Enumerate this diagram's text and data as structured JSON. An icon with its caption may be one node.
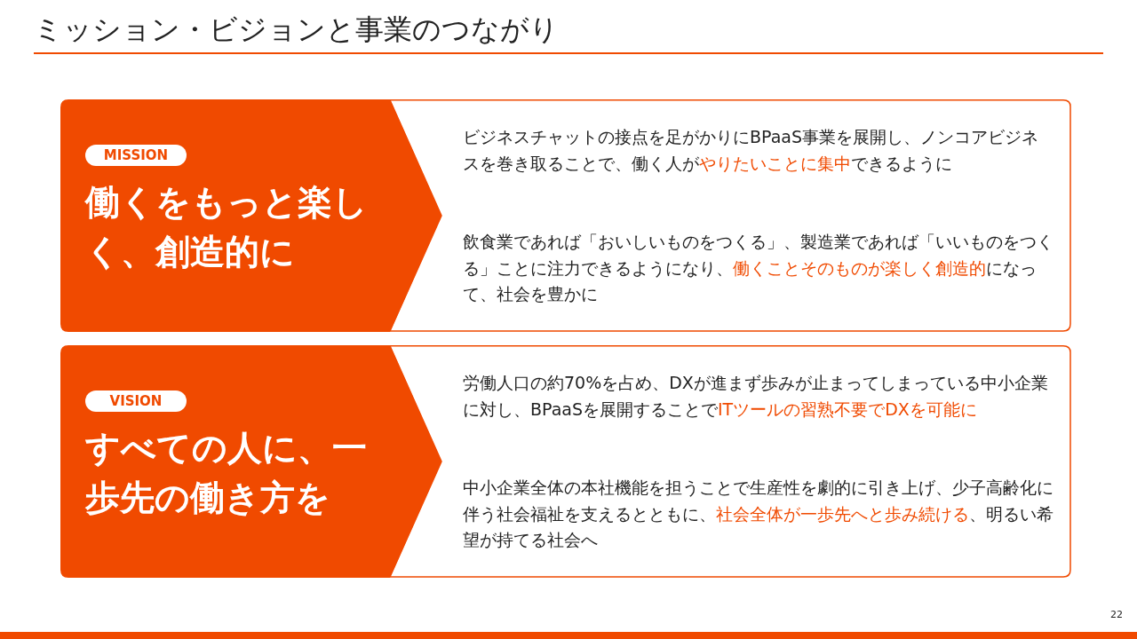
{
  "diagram": {
    "title": "ミッション・ビジョンと事業のつながり",
    "nodes": [
      {
        "text": [
          "ビジネスチャットの接点を足がかりにBPaaS事業を展開し、ノンコアビジネスを巻き取ることで、働く人が**やりたいことに集中**できるように",
          "飲食業であれば「おいしいものをつくる」、製造業であれば「いいものをつくる」ことに注力できるようになり、**働くことそのものが楽しく創造的**になって、社会を豊かに"
        ]
      },
      {
        "text": [
          "働くをもっと楽しく、創造的に"
        ]
      },
      {
        "text": [
          "MISSION"
        ],
        "in": 1
      },
      {
        "text": [
          "労働人口の約70%を占め、DXが進まず歩みが止まってしまっている中小企業に対し、BPaaSを展開することで**ITツールの習熟不要でDXを可能に**",
          "中小企業全体の本社機能を担うことで生産性を劇的に引き上げ、少子高齢化に伴う社会福祉を支えるとともに、**社会全体が一歩先へと歩み続ける**、明るい希望が持てる社会へ"
        ]
      },
      {
        "text": [
          "すべての人に、一歩先の働き方を"
        ]
      },
      {
        "text": [
          "VISION"
        ],
        "in": 4
      }
    ],
    "labels": [
      "22"
    ]
  }
}
